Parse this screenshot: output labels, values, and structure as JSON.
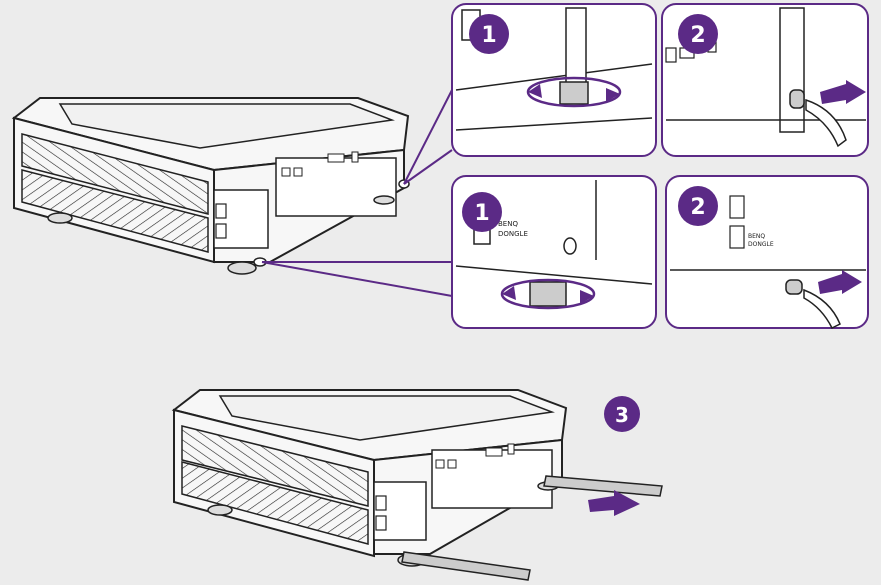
{
  "colors": {
    "background": "#ececec",
    "accent_purple": "#5b2a86",
    "line": "#222222",
    "panel_bg": "#ffffff",
    "body_fill": "#f7f7f7"
  },
  "steps": {
    "top_left_badge": "1",
    "top_right_badge": "2",
    "mid_left_badge": "1",
    "mid_right_badge": "2",
    "bottom_badge": "3"
  },
  "labels": {
    "dongle_brand": "BENQ",
    "dongle_word": "DONGLE"
  },
  "icons": {
    "rotate_arrow": "rotate-arrow-icon",
    "push_arrow": "push-arrow-icon",
    "pull_arrow": "pull-arrow-icon"
  }
}
